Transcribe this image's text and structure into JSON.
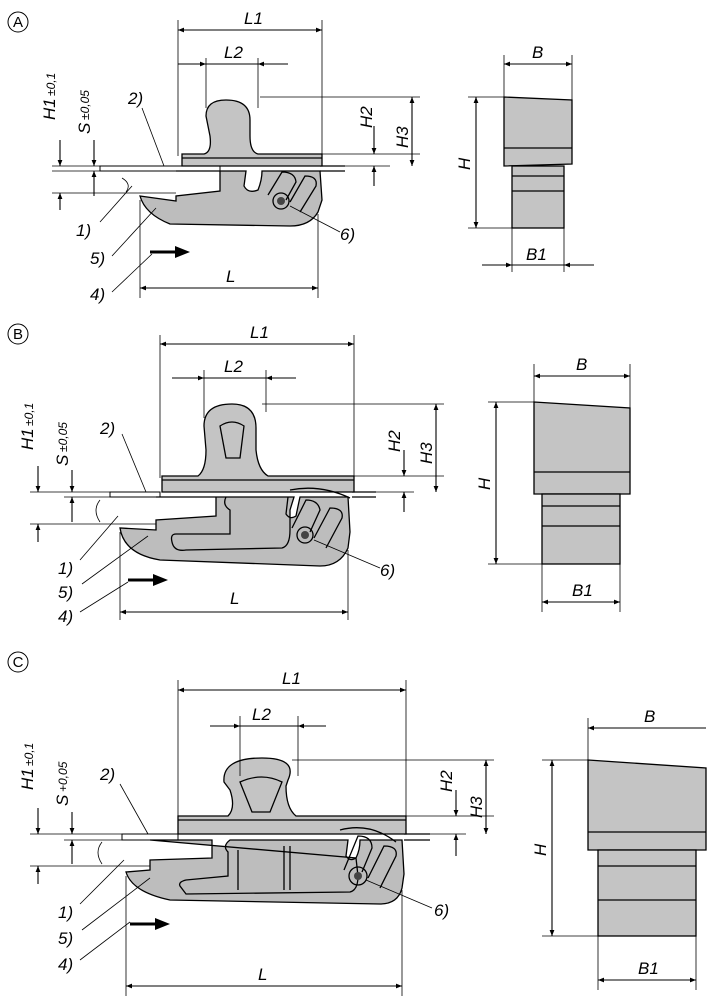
{
  "figures": [
    {
      "letter": "A",
      "labels": {
        "L1": "L1",
        "L2": "L2",
        "H2": "H2",
        "H3": "H3",
        "H": "H",
        "B": "B",
        "B1": "B1",
        "L": "L",
        "H1": "H1",
        "H1_tol": "±0,1",
        "S": "S",
        "S_tol": "±0,05"
      },
      "callouts": [
        "1)",
        "2)",
        "4)",
        "5)",
        "6)"
      ]
    },
    {
      "letter": "B",
      "labels": {
        "L1": "L1",
        "L2": "L2",
        "H2": "H2",
        "H3": "H3",
        "H": "H",
        "B": "B",
        "B1": "B1",
        "L": "L",
        "H1": "H1",
        "H1_tol": "±0,1",
        "S": "S",
        "S_tol": "±0,05"
      },
      "callouts": [
        "1)",
        "2)",
        "4)",
        "5)",
        "6)"
      ]
    },
    {
      "letter": "C",
      "labels": {
        "L1": "L1",
        "L2": "L2",
        "H2": "H2",
        "H3": "H3",
        "H": "H",
        "B": "B",
        "B1": "B1",
        "L": "L",
        "H1": "H1",
        "H1_tol": "±0,1",
        "S": "S",
        "S_tol": "+0,05"
      },
      "callouts": [
        "1)",
        "2)",
        "4)",
        "5)",
        "6)"
      ]
    }
  ],
  "colors": {
    "part_fill": "#c4c4c4",
    "line": "#000000",
    "background": "#ffffff"
  }
}
